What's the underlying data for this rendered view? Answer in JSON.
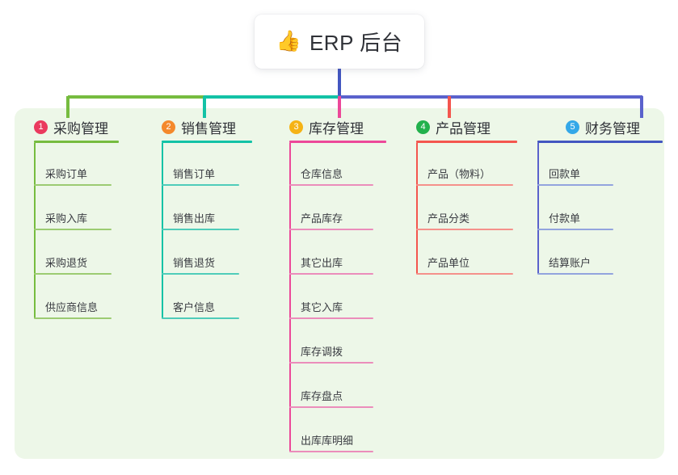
{
  "root": {
    "icon": "thumbs-up-icon",
    "emoji": "👍",
    "title": "ERP 后台"
  },
  "theme": {
    "panel_bg": "#edf7e8",
    "card_bg": "#ffffff",
    "text": "#2f3137",
    "leaf_text": "#3a3c42",
    "root_stem": "#4356c0"
  },
  "connector_colors": {
    "segment_1": "#76bc3f",
    "segment_2": "#13c2a6",
    "segment_3": "#5a62cc",
    "drop_1": "#76bc3f",
    "drop_2": "#13c2a6",
    "drop_3": "#ec4899",
    "drop_4": "#f4564e",
    "drop_5": "#5a62cc"
  },
  "columns": [
    {
      "number": "1",
      "title": "采购管理",
      "badge_color": "#ea3a5e",
      "rule_color": "#76bc3f",
      "leaf_rule_color": "#9ccb72",
      "stem_color": "#76bc3f",
      "items": [
        {
          "label": "采购订单"
        },
        {
          "label": "采购入库"
        },
        {
          "label": "采购退货"
        },
        {
          "label": "供应商信息"
        }
      ]
    },
    {
      "number": "2",
      "title": "销售管理",
      "badge_color": "#f4892c",
      "rule_color": "#13c2a6",
      "leaf_rule_color": "#4fccb9",
      "stem_color": "#13c2a6",
      "items": [
        {
          "label": "销售订单"
        },
        {
          "label": "销售出库"
        },
        {
          "label": "销售退货"
        },
        {
          "label": "客户信息"
        }
      ]
    },
    {
      "number": "3",
      "title": "库存管理",
      "badge_color": "#f5b315",
      "rule_color": "#ec4899",
      "leaf_rule_color": "#eb8dbb",
      "stem_color": "#ec4899",
      "items": [
        {
          "label": "仓库信息"
        },
        {
          "label": "产品库存"
        },
        {
          "label": "其它出库"
        },
        {
          "label": "其它入库"
        },
        {
          "label": "库存调拨"
        },
        {
          "label": "库存盘点"
        },
        {
          "label": "出库库明细"
        }
      ]
    },
    {
      "number": "4",
      "title": "产品管理",
      "badge_color": "#22b14c",
      "rule_color": "#f4564e",
      "leaf_rule_color": "#f5918b",
      "stem_color": "#f4564e",
      "items": [
        {
          "label": "产品（物料）"
        },
        {
          "label": "产品分类"
        },
        {
          "label": "产品单位"
        }
      ]
    },
    {
      "number": "5",
      "title": "财务管理",
      "badge_color": "#34a8e8",
      "rule_color": "#4356c0",
      "leaf_rule_color": "#93a4de",
      "stem_color": "#5a62cc",
      "items": [
        {
          "label": "回款单"
        },
        {
          "label": "付款单"
        },
        {
          "label": "结算账户"
        }
      ]
    }
  ]
}
